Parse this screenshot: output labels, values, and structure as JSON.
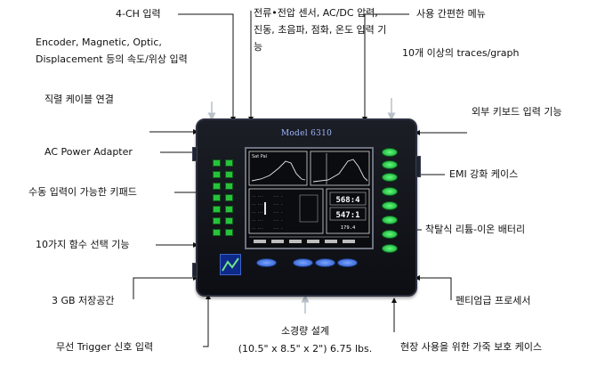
{
  "labels": {
    "ch4": "4-CH 입력",
    "sensors": "전류•전압 센서, AC/DC 압력, 진동, 초음파, 점화, 온도 입력 기능",
    "menu": "사용 간편한 메뉴",
    "encoder": "Encoder, Magnetic, Optic, Displacement 등의 속도/위상 입력",
    "traces": "10개 이상의   traces/graph",
    "serial": "직렬 케이블 연결",
    "keyboard": "외부 키보드 입력 기능",
    "ac": "AC Power Adapter",
    "emi": "EMI 강화 케이스",
    "keypad": "수동 입력이 가능한 키패드",
    "battery": "착탈식 리튬-이온 배터리",
    "functions": "10가지 함수 선택 기능",
    "storage": "3 GB 저장공간",
    "cpu": "펜티엄급 프로세서",
    "trigger": "무선 Trigger 신호 입력",
    "compact": "소경량 설계",
    "dims": "(10.5\" x 8.5\" x 2\") 6.75 lbs.",
    "case": "현장 사용을 위한 가죽 보호 케이스"
  },
  "device": {
    "model": "Model 6310",
    "screen_title": "Sat Pal",
    "readout_1": "568:4",
    "readout_2": "547:1",
    "readout_3": "179.4"
  },
  "colors": {
    "body": "#13161d",
    "keypad_green": "#27c23b",
    "oval_green": "#2fd04a",
    "oval_blue": "#3d6ee0",
    "model_text": "#9fb6ff",
    "screen_trace": "#e8e8e8"
  }
}
